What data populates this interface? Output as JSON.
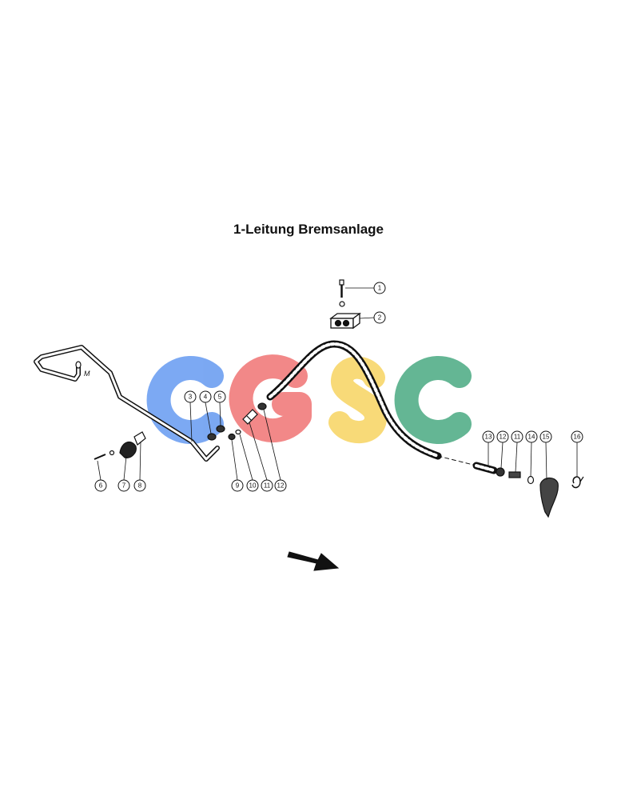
{
  "title": "1-Leitung Bremsanlage",
  "watermark": {
    "letters": [
      "C",
      "G",
      "S",
      "C"
    ],
    "colors": [
      "#5b93f0",
      "#ef6b6b",
      "#f7d257",
      "#3ea57a"
    ]
  },
  "marker": "M",
  "callouts": [
    "1",
    "2",
    "3",
    "4",
    "5",
    "6",
    "7",
    "8",
    "9",
    "10",
    "11",
    "12",
    "13",
    "12",
    "11",
    "14",
    "15",
    "16"
  ],
  "arrow": "direction-arrow"
}
